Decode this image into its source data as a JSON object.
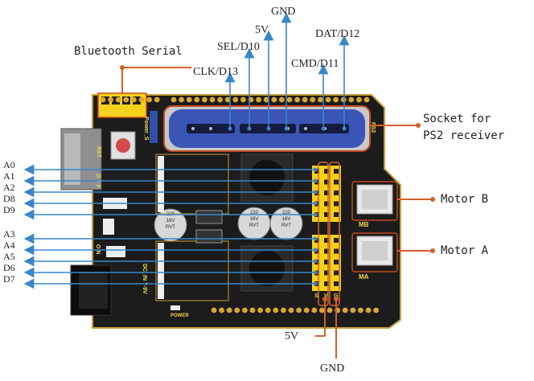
{
  "top_labels": {
    "gnd": "GND",
    "v5": "5V",
    "sel": "SEL/D10",
    "dat": "DAT/D12",
    "clk": "CLK/D13",
    "cmd": "CMD/D11",
    "bluetooth": "Bluetooth Serial"
  },
  "right_labels": {
    "ps2_line1": "Socket for",
    "ps2_line2": "PS2 receiver",
    "motor_b": "Motor B",
    "motor_a": "Motor A"
  },
  "bottom_labels": {
    "v5": "5V",
    "gnd": "GND"
  },
  "left_pins": [
    "A0",
    "A1",
    "A2",
    "D8",
    "D9",
    "A3",
    "A4",
    "A5",
    "D6",
    "D7"
  ],
  "board_text": {
    "bt_pins": [
      "V",
      "G",
      "RX",
      "TX"
    ],
    "power_s": "Power_S",
    "rst": "RST",
    "ps2": "PS2",
    "otf": "O T F",
    "on": "O N",
    "dc_in": "DC_IN 7-9V",
    "power": "POWER",
    "mb": "MB",
    "ma": "MA",
    "svg_pins": [
      "S",
      "V",
      "G"
    ],
    "cap_text": [
      "220",
      "16V",
      "RVT"
    ]
  },
  "colors": {
    "arrow_blue": "#3a86c8",
    "callout_red": "#d4602a",
    "board": "#1c1c1c",
    "socket_blue": "#3a55b5",
    "header_yellow": "#f5d21a",
    "gold_pad": "#d8a830"
  }
}
